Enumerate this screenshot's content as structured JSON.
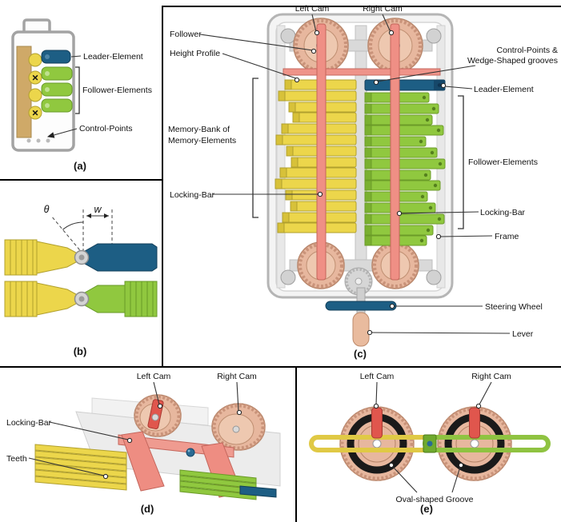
{
  "figure": {
    "type": "multi-panel mechanical mechanism diagram",
    "colors": {
      "memory_yellow": "#ecd64b",
      "follower_green": "#90c83f",
      "leader_blue": "#1d5e84",
      "locking_bar_salmon": "#ef8f85",
      "cam_copper": "#e7b79e",
      "marker_red": "#cc2222",
      "groove_black": "#1a1a1a",
      "frame_gray": "#ececec"
    },
    "panels": {
      "a": {
        "tag": "(a)",
        "x_mark": "✕",
        "labels": {
          "leader_element": "Leader-Element",
          "follower_elements": "Follower-Elements",
          "control_points": "Control-Points"
        }
      },
      "b": {
        "tag": "(b)",
        "labels": {
          "theta": "θ",
          "w": "w"
        }
      },
      "c": {
        "tag": "(c)",
        "labels": {
          "left_cam": "Left Cam",
          "right_cam": "Right Cam",
          "follower": "Follower",
          "height_profile": "Height Profile",
          "control_points_line1": "Control-Points &",
          "control_points_line2": "Wedge-Shaped grooves",
          "leader_element": "Leader-Element",
          "memory_bank_line1": "Memory-Bank of",
          "memory_bank_line2": "Memory-Elements",
          "follower_elements": "Follower-Elements",
          "locking_bar_left": "Locking-Bar",
          "locking_bar_right": "Locking-Bar",
          "frame": "Frame",
          "steering_wheel": "Steering Wheel",
          "lever": "Lever"
        }
      },
      "d": {
        "tag": "(d)",
        "labels": {
          "left_cam": "Left Cam",
          "right_cam": "Right Cam",
          "locking_bar": "Locking-Bar",
          "teeth": "Teeth"
        }
      },
      "e": {
        "tag": "(e)",
        "labels": {
          "left_cam": "Left Cam",
          "right_cam": "Right Cam",
          "oval_groove": "Oval-shaped Groove"
        }
      }
    }
  }
}
